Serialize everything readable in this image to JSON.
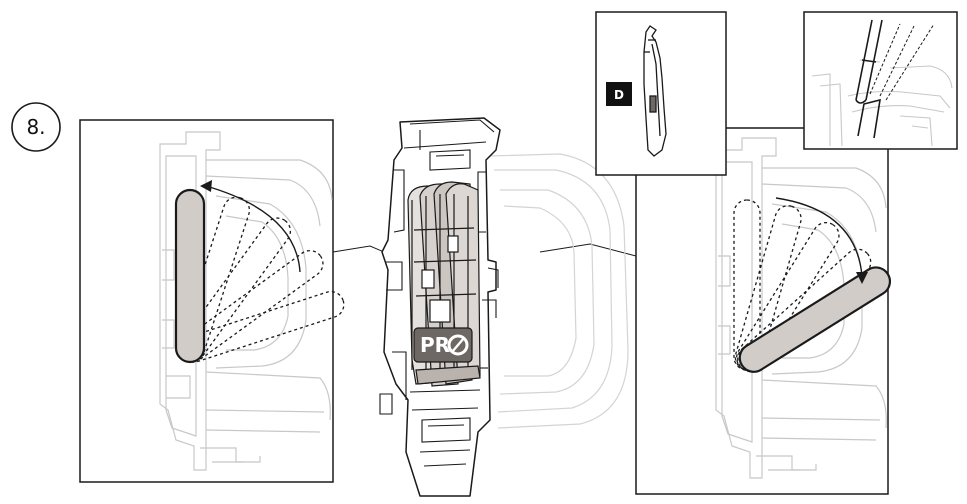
{
  "step": {
    "number_label": "8."
  },
  "detail_tag": {
    "letter": "D"
  },
  "brand": {
    "text": "PR"
  },
  "colors": {
    "line": "#1a1a1a",
    "ghost_line": "#c8c8c8",
    "lever_fill": "#d2ccc8",
    "tag_fill": "#111111"
  }
}
